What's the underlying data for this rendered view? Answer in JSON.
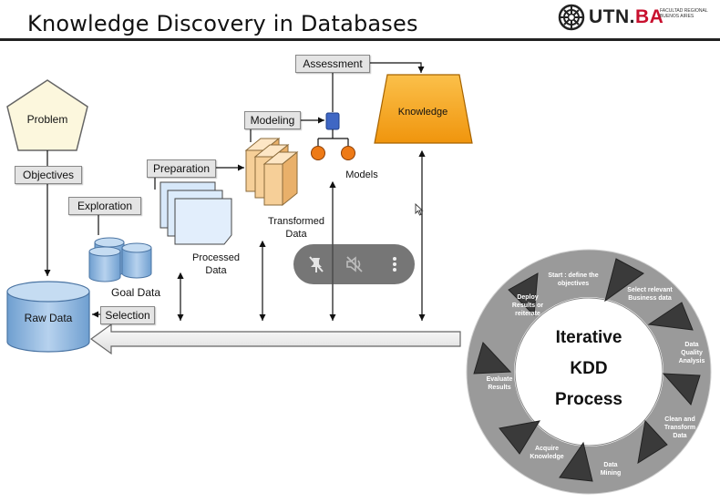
{
  "slide": {
    "title": "Knowledge Discovery in Databases"
  },
  "logo": {
    "text_main": "UTN.",
    "text_accent": "BA",
    "subtitle": "FACULTAD REGIONAL BUENOS AIRES"
  },
  "diagram": {
    "nodes": {
      "problem": "Problem",
      "objectives": "Objectives",
      "exploration": "Exploration",
      "goal_data": "Goal Data",
      "raw_data": "Raw Data",
      "selection": "Selection",
      "preparation": "Preparation",
      "processed_data": "Processed Data",
      "modeling": "Modeling",
      "transformed_data": "Transformed Data",
      "models": "Models",
      "assessment": "Assessment",
      "knowledge": "Knowledge"
    }
  },
  "cycle": {
    "center": [
      "Iterative",
      "KDD",
      "Process"
    ],
    "steps": [
      "Start : define the objectives",
      "Select relevant Business data",
      "Data Quality Analysis",
      "Clean and Transform Data",
      "Data Mining",
      "Acquire Knowledge",
      "Evaluate Results",
      "Deploy Results or reiterate"
    ]
  },
  "colors": {
    "knowledge_fill": "#f5a623",
    "raw_data_fill": "#9dbfe0",
    "cycle_dark": "#3a3a3a"
  },
  "video_controls": {
    "icons": [
      "pin-off-icon",
      "speaker-muted-icon",
      "more-vert-icon"
    ]
  }
}
